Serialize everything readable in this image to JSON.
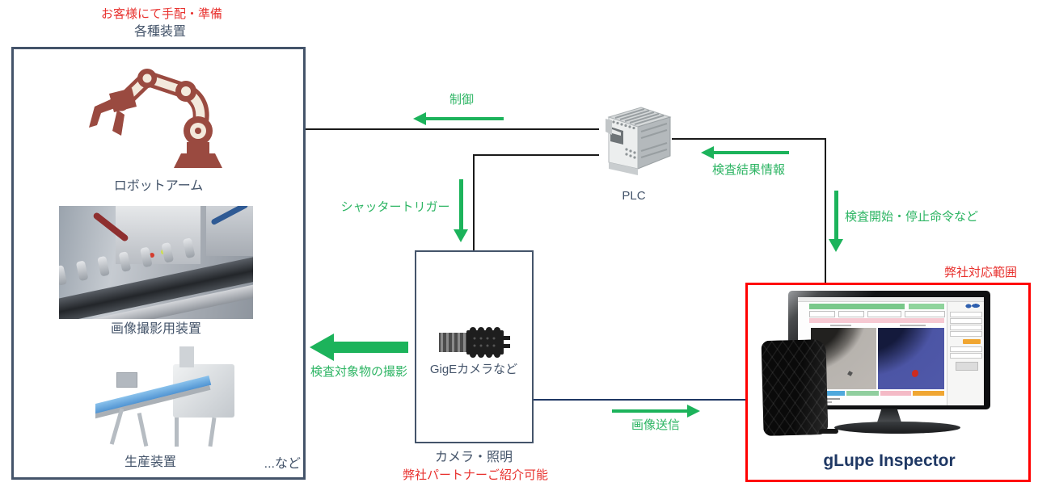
{
  "diagram": {
    "top_note": "お客様にて手配・準備",
    "devices_box": {
      "title": "各種装置",
      "items": [
        {
          "name": "robot-arm",
          "label": "ロボットアーム"
        },
        {
          "name": "imaging-device",
          "label": "画像撮影用装置"
        },
        {
          "name": "production-device",
          "label": "生産装置"
        }
      ],
      "etc": "...など"
    },
    "plc": {
      "label": "PLC"
    },
    "camera_box": {
      "device_label": "GigEカメラなど",
      "caption": "カメラ・照明",
      "partner_note": "弊社パートナーご紹介可能"
    },
    "glupe_box": {
      "scope_note": "弊社対応範囲",
      "product_label": "gLupe Inspector"
    },
    "flows": {
      "control": {
        "label": "制御",
        "direction": "left"
      },
      "inspection_result": {
        "label": "検査結果情報",
        "direction": "left"
      },
      "shutter_trigger": {
        "label": "シャッタートリガー",
        "direction": "down"
      },
      "start_stop_command": {
        "label": "検査開始・停止命令など",
        "direction": "down"
      },
      "object_capture": {
        "label": "検査対象物の撮影",
        "direction": "left"
      },
      "image_send": {
        "label": "画像送信",
        "direction": "right"
      }
    },
    "colors": {
      "flow_green": "#1cb35b",
      "note_red": "#e8312e",
      "box_border_slate": "#44546A",
      "connector_navy": "#1F3864",
      "product_navy": "#1F3864",
      "robot_brown": "#9a4a40"
    }
  }
}
